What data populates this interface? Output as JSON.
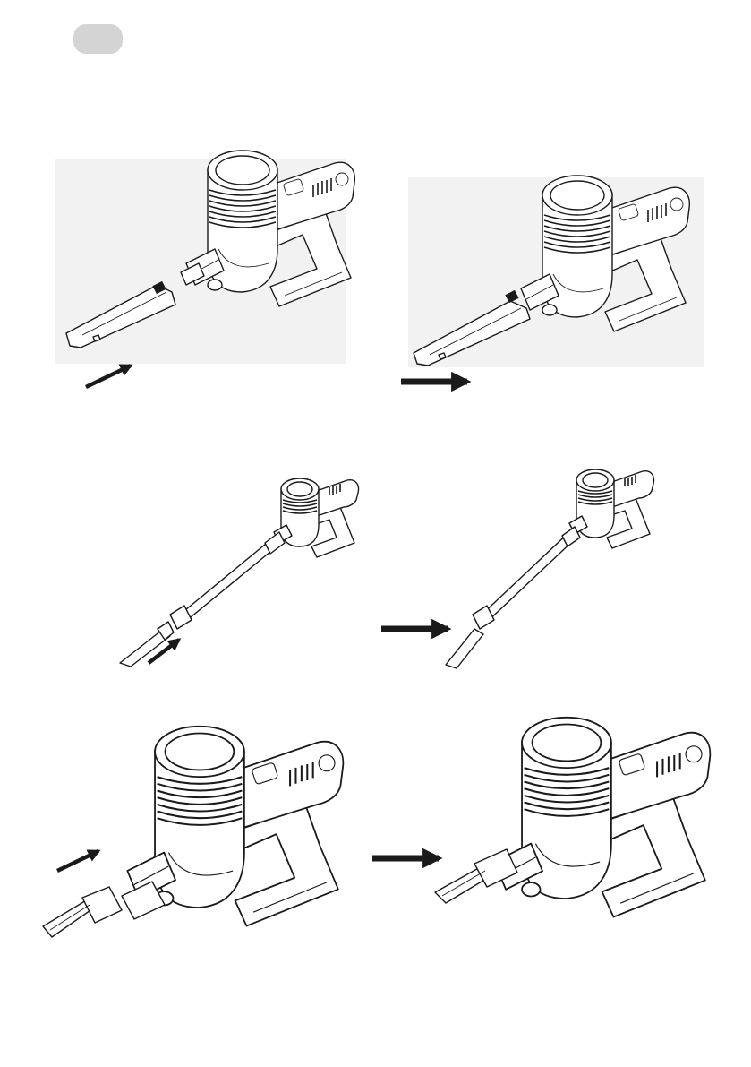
{
  "page": {
    "background": "#ffffff",
    "tab_color": "#d4d4d4",
    "line_color": "#1a1a1a"
  },
  "figures": [
    {
      "id": "fig-1",
      "icon": "vacuum-crevice-tool-attach-icon",
      "arrow": "arrow-diagonal-icon"
    },
    {
      "id": "fig-2",
      "icon": "vacuum-crevice-tool-attached-icon",
      "arrow": "arrow-right-icon"
    },
    {
      "id": "fig-3",
      "icon": "vacuum-extension-tube-attach-icon",
      "arrow": "arrow-diagonal-icon"
    },
    {
      "id": "fig-4",
      "icon": "vacuum-extension-tube-attached-icon",
      "arrow": "arrow-right-icon"
    },
    {
      "id": "fig-5",
      "icon": "vacuum-wide-nozzle-attach-icon",
      "arrow": "arrow-diagonal-icon"
    },
    {
      "id": "fig-6",
      "icon": "vacuum-wide-nozzle-attached-icon",
      "arrow": "arrow-right-icon"
    }
  ]
}
